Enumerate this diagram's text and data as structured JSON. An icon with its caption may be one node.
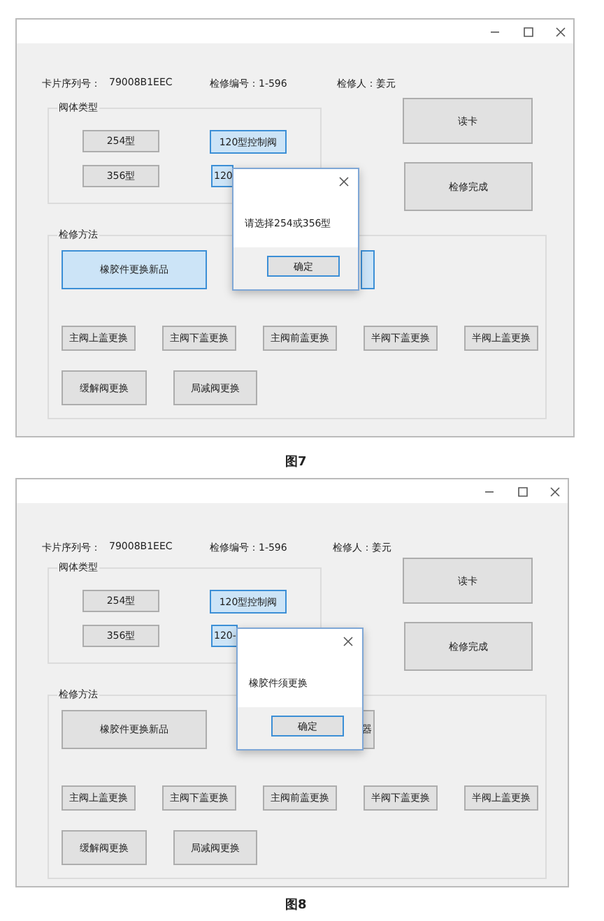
{
  "diagram": {
    "nodes": [
      {
        "text": [],
        "shape": "box"
      },
      {
        "text": [
          "阀体类型"
        ],
        "in": 0
      },
      {
        "text": [
          "254型"
        ],
        "in": 1
      },
      {
        "text": [
          "120型控制阀"
        ],
        "in": 1
      },
      {
        "text": [
          "356型"
        ],
        "in": 1
      },
      {
        "text": [
          "120"
        ],
        "in": 1
      },
      {
        "text": [
          "读卡"
        ],
        "in": 0
      },
      {
        "text": [
          "检修完成"
        ],
        "in": 0
      },
      {
        "text": [
          "检修方法"
        ],
        "in": 0
      },
      {
        "text": [
          "橡胶件更换新品"
        ],
        "in": 8
      },
      {
        "text": [],
        "shape": "box",
        "in": 8
      },
      {
        "text": [
          "主阀上盖更换"
        ],
        "in": 8
      },
      {
        "text": [
          "主阀下盖更换"
        ],
        "in": 8
      },
      {
        "text": [
          "主阀前盖更换"
        ],
        "in": 8
      },
      {
        "text": [
          "半阀下盖更换"
        ],
        "in": 8
      },
      {
        "text": [
          "半阀上盖更换"
        ],
        "in": 8
      },
      {
        "text": [
          "缓解阀更换"
        ],
        "in": 8
      },
      {
        "text": [
          "局减阀更换"
        ],
        "in": 8
      },
      {
        "text": [
          "请选择254或356型"
        ],
        "in": 0
      },
      {
        "text": [
          "确定"
        ]
      },
      {
        "text": [],
        "shape": "box"
      },
      {
        "text": [
          "阀体类型"
        ],
        "in": 20
      },
      {
        "text": [
          "254型"
        ],
        "in": 21
      },
      {
        "text": [
          "120型控制阀"
        ],
        "in": 21
      },
      {
        "text": [
          "356型"
        ],
        "in": 21
      },
      {
        "text": [
          "120-"
        ],
        "in": 21
      },
      {
        "text": [
          "读卡"
        ],
        "in": 20
      },
      {
        "text": [
          "检修完成"
        ],
        "in": 20
      },
      {
        "text": [
          "检修方法"
        ],
        "in": 20
      },
      {
        "text": [
          "橡胶件更换新品"
        ],
        "in": 28
      },
      {
        "text": [
          "器"
        ],
        "in": 28
      },
      {
        "text": [
          "主阀上盖更换"
        ],
        "in": 28
      },
      {
        "text": [
          "主阀下盖更换"
        ],
        "in": 28
      },
      {
        "text": [
          "主阀前盖更换"
        ],
        "in": 28
      },
      {
        "text": [
          "半阀下盖更换"
        ],
        "in": 28
      },
      {
        "text": [
          "半阀上盖更换"
        ],
        "in": 28
      },
      {
        "text": [
          "缓解阀更换"
        ],
        "in": 28
      },
      {
        "text": [
          "局减阀更换"
        ],
        "in": 28
      },
      {
        "text": [
          "橡胶件须更换"
        ],
        "in": 20
      },
      {
        "text": [
          "确定"
        ]
      }
    ],
    "edges": [],
    "labels": [
      "卡片序列号：",
      "79008B1EEC",
      "检修编号：1-596",
      "检修人：姜元",
      "图7",
      "卡片序列号：",
      "79008B1EEC",
      "检修编号：1-596",
      "检修人：姜元",
      "图8"
    ]
  }
}
